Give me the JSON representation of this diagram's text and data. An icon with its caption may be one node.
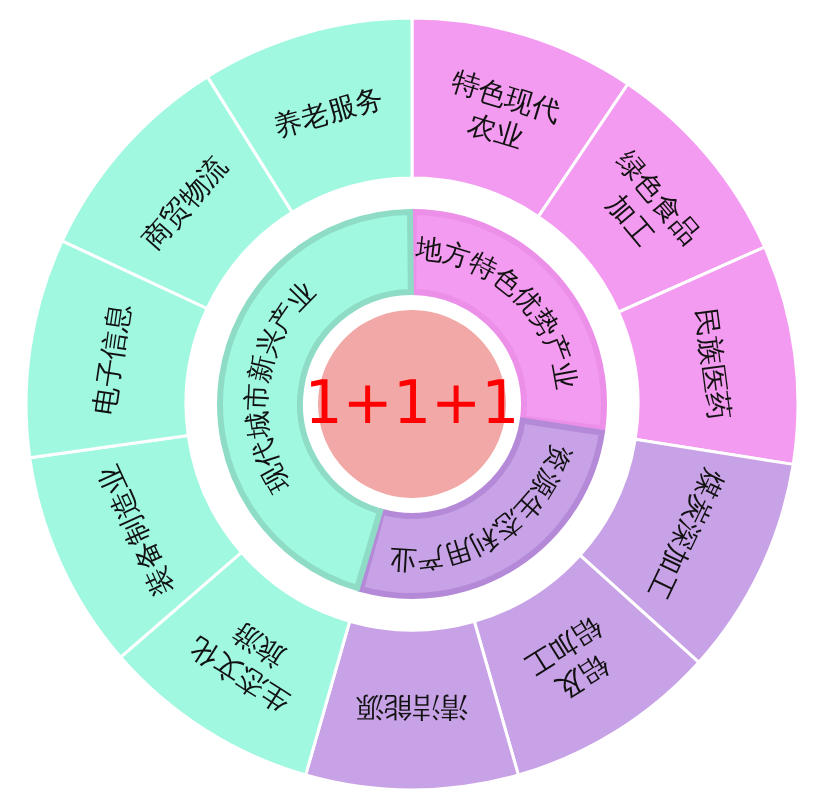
{
  "diagram": {
    "nodes": [
      {
        "text": [
          "1+1+1"
        ]
      },
      {
        "text": [
          "地方特色优势产业"
        ]
      },
      {
        "text": [
          "资源生态利用产业"
        ]
      },
      {
        "text": [
          "现代城市新兴产业"
        ]
      },
      {
        "text": [
          "特色现代农业"
        ]
      },
      {
        "text": [
          "绿色食品加工"
        ]
      },
      {
        "text": [
          "民族医药"
        ]
      },
      {
        "text": [
          "煤炭深加工"
        ]
      },
      {
        "text": [
          "铝及铝加工"
        ]
      },
      {
        "text": [
          "清洁能源"
        ]
      },
      {
        "text": [
          "生态文化旅游"
        ]
      },
      {
        "text": [
          "装备制造业"
        ]
      },
      {
        "text": [
          "电子信息"
        ]
      },
      {
        "text": [
          "商贸物流"
        ]
      },
      {
        "text": [
          "养老服务"
        ]
      }
    ]
  }
}
